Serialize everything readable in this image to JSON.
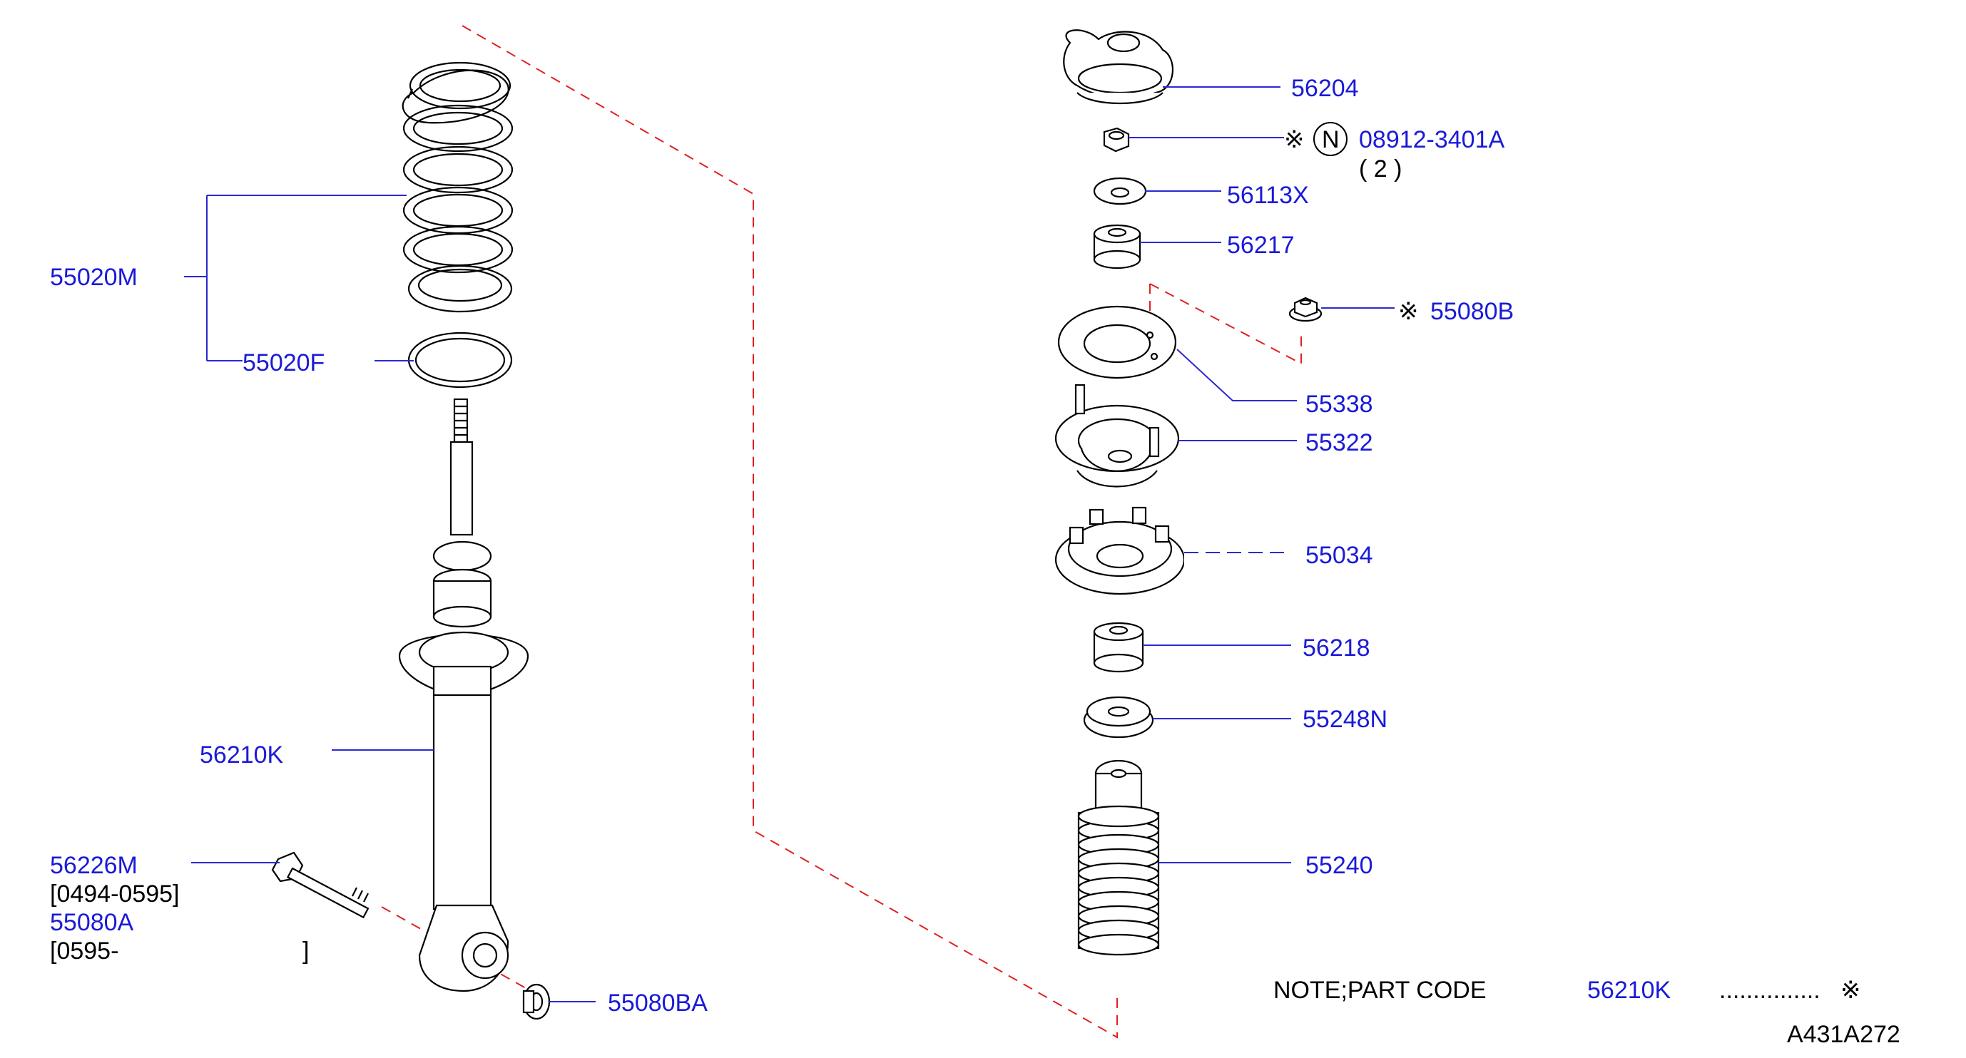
{
  "diagram_code": "A431A272",
  "colors": {
    "label": "#1a1ad8",
    "leader": "#2a2ad0",
    "dash": "#e02020",
    "line": "#000000"
  },
  "labels": {
    "p55020M": "55020M",
    "p55020F": "55020F",
    "p56210K": "56210K",
    "p56226M": "56226M",
    "p56226M_range": "[0494-0595]",
    "p55080A": "55080A",
    "p55080A_range_start": "[0595-",
    "p55080A_range_end": "]",
    "p55080BA": "55080BA",
    "p56204": "56204",
    "p08912": "08912-3401A",
    "p08912_qty": "( 2 )",
    "p08912_badge": "N",
    "p56113X": "56113X",
    "p56217": "56217",
    "p55080B": "55080B",
    "p55338": "55338",
    "p55322": "55322",
    "p55034": "55034",
    "p56218": "56218",
    "p55248N": "55248N",
    "p55240": "55240"
  },
  "mark": "※",
  "note": {
    "prefix": "NOTE;PART   CODE",
    "code": "56210K",
    "dots": "...............",
    "mark": "※"
  },
  "icons": [
    "coil-spring-icon",
    "spring-seat-icon",
    "shock-absorber-icon",
    "bolt-icon",
    "nut-icon",
    "cap-icon",
    "washer-icon",
    "bushing-icon",
    "mount-icon",
    "bumper-icon",
    "dust-boot-icon"
  ]
}
